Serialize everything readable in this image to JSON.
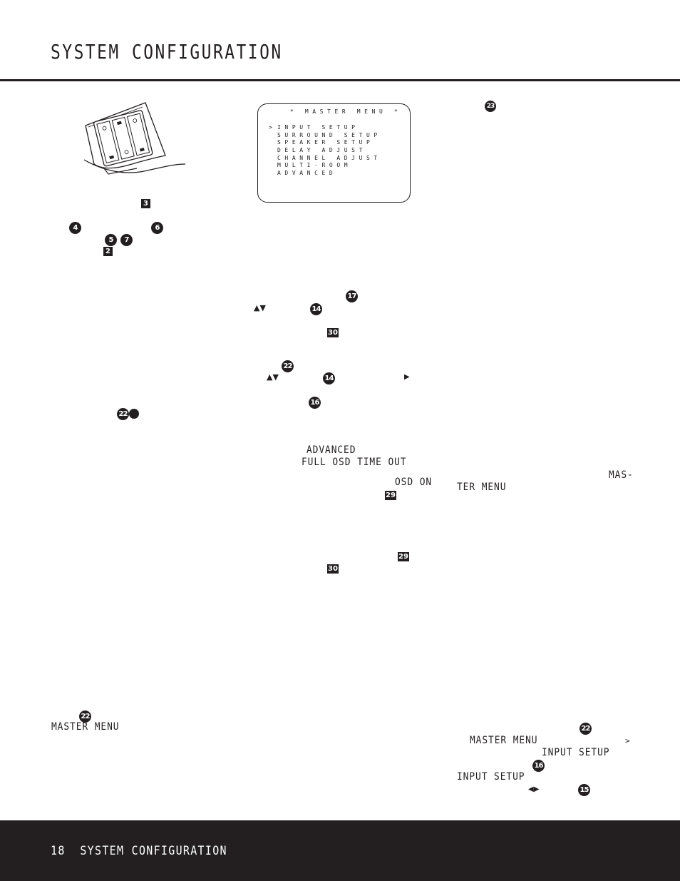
{
  "header": {
    "title": "SYSTEM CONFIGURATION"
  },
  "osd_screen": {
    "title": "* MASTER MENU *",
    "cursor": ">",
    "items": [
      "INPUT SETUP",
      "SURROUND SETUP",
      "SPEAKER SETUP",
      "DELAY ADJUST",
      "CHANNEL ADJUST",
      "MULTI-ROOM",
      "ADVANCED"
    ]
  },
  "refs": {
    "r23_top": "23",
    "r3": "3",
    "r4": "4",
    "r6": "6",
    "r5": "5",
    "r7": "7",
    "r2": "2",
    "r17": "17",
    "r14a": "14",
    "r30a": "30",
    "r22a": "22",
    "r14b": "14",
    "r16a": "16",
    "r22b": "22",
    "r29a": "29",
    "r29b": "29",
    "r30b": "30",
    "r22c": "22",
    "r22d": "22",
    "r16b": "16",
    "r15": "15"
  },
  "arrows": {
    "updown_a": "▲▼",
    "updown_b": "▲▼",
    "right": "▶",
    "leftright": "◀▶",
    "gt": ">"
  },
  "labels": {
    "advanced": "ADVANCED",
    "full_osd": "FULL OSD TIME OUT",
    "osd_on": "OSD ON",
    "mas": "MAS-",
    "ter_menu": "TER MENU",
    "master_menu_left": "MASTER MENU",
    "master_menu_right": "MASTER MENU",
    "input_setup_a": "INPUT SETUP",
    "input_setup_b": "INPUT SETUP"
  },
  "footer": {
    "page_number": "18",
    "section": "SYSTEM CONFIGURATION"
  }
}
